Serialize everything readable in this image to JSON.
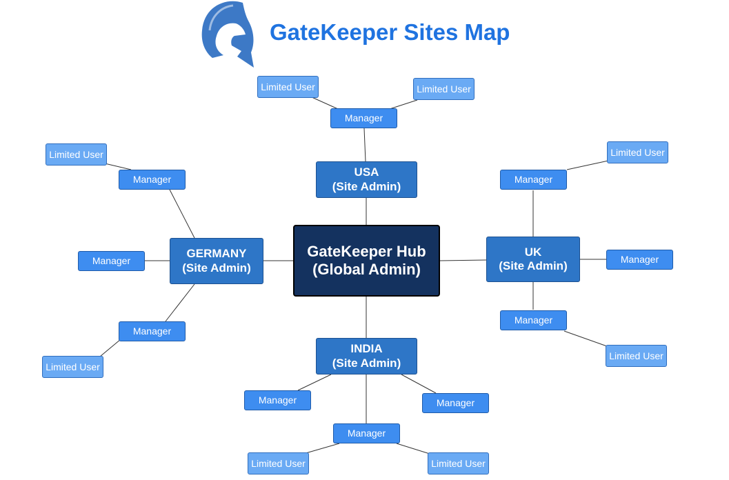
{
  "header": {
    "title": "GateKeeper Sites Map",
    "logo_icon": "spartan-helmet-icon"
  },
  "colors": {
    "title": "#1f73e0",
    "hub": "#14325f",
    "site_admin": "#2e76c7",
    "manager": "#3e8df0",
    "limited_user": "#6aaaf4",
    "link": "#333333"
  },
  "hub": {
    "line1": "GateKeeper Hub",
    "line2": "(Global Admin)"
  },
  "sites": {
    "usa": {
      "line1": "USA",
      "line2": "(Site Admin)",
      "managers": [
        {
          "label": "Manager",
          "limited_users": [
            "Limited User",
            "Limited User"
          ]
        }
      ]
    },
    "uk": {
      "line1": "UK",
      "line2": "(Site Admin)",
      "managers": [
        {
          "label": "Manager",
          "limited_users": [
            "Limited User"
          ]
        },
        {
          "label": "Manager",
          "limited_users": []
        },
        {
          "label": "Manager",
          "limited_users": [
            "Limited User"
          ]
        }
      ]
    },
    "india": {
      "line1": "INDIA",
      "line2": "(Site Admin)",
      "managers": [
        {
          "label": "Manager",
          "limited_users": []
        },
        {
          "label": "Manager",
          "limited_users": []
        },
        {
          "label": "Manager",
          "limited_users": [
            "Limited User",
            "Limited User"
          ]
        }
      ]
    },
    "germany": {
      "line1": "GERMANY",
      "line2": "(Site Admin)",
      "managers": [
        {
          "label": "Manager",
          "limited_users": [
            "Limited User"
          ]
        },
        {
          "label": "Manager",
          "limited_users": []
        },
        {
          "label": "Manager",
          "limited_users": [
            "Limited User"
          ]
        }
      ]
    }
  }
}
